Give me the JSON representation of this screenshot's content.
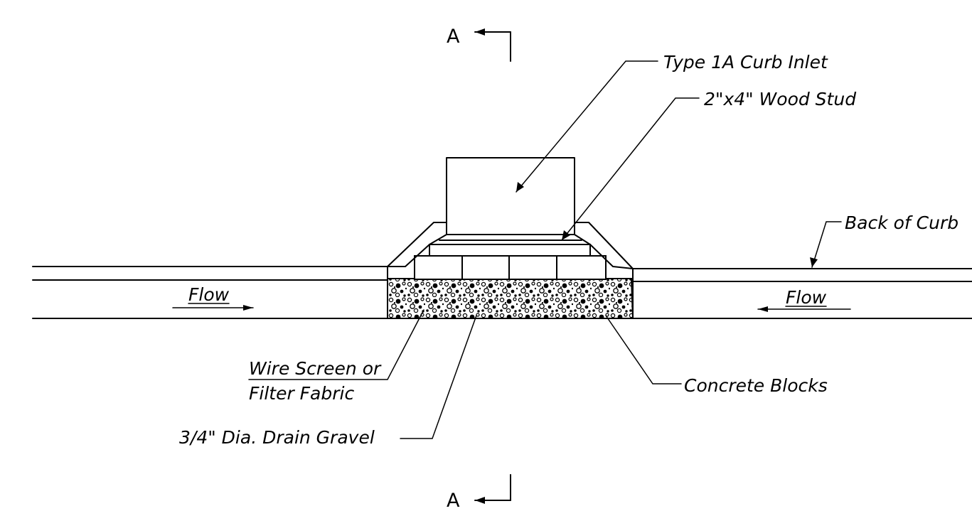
{
  "section_marker": "A",
  "labels": {
    "curb_inlet": "Type 1A Curb Inlet",
    "wood_stud": "2\"x4\" Wood Stud",
    "back_of_curb": "Back of Curb",
    "flow": "Flow",
    "wire_screen_line1": "Wire Screen or",
    "wire_screen_line2": "Filter Fabric",
    "drain_gravel": "3/4\" Dia. Drain Gravel",
    "concrete_blocks": "Concrete Blocks"
  },
  "colors": {
    "line": "#000000",
    "background": "#ffffff"
  }
}
